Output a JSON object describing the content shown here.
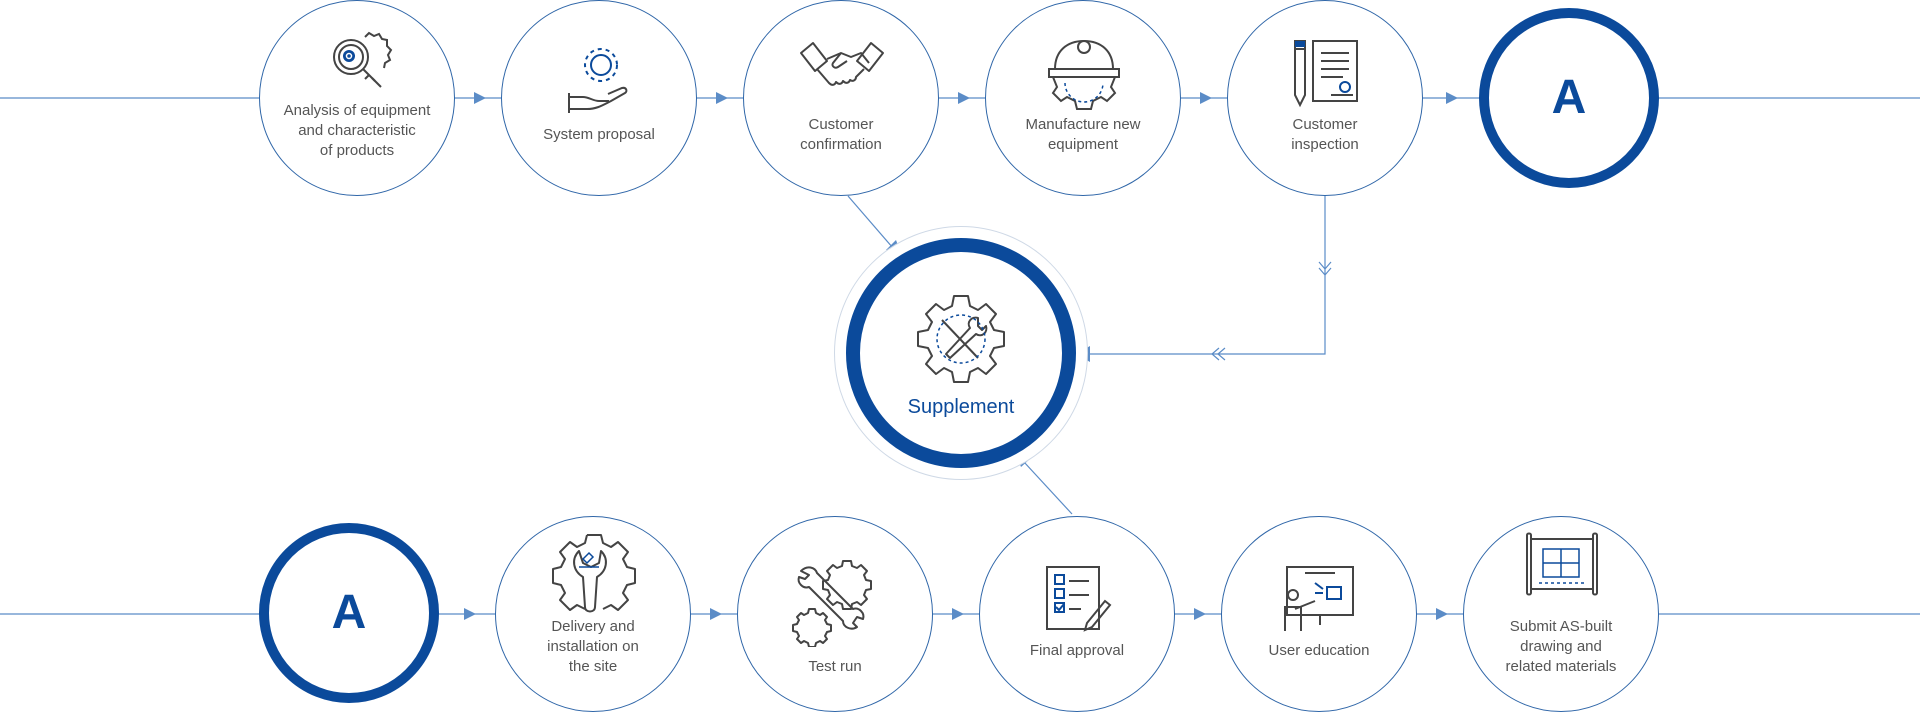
{
  "steps_top": [
    {
      "id": "analysis",
      "label": "Analysis of equipment\nand characteristic\nof products",
      "icon": "gear-magnifier-icon"
    },
    {
      "id": "proposal",
      "label": "System proposal",
      "icon": "hand-gear-icon"
    },
    {
      "id": "confirmation",
      "label": "Customer\nconfirmation",
      "icon": "handshake-icon"
    },
    {
      "id": "manufacture",
      "label": "Manufacture new\nequipment",
      "icon": "hardhat-gear-icon"
    },
    {
      "id": "inspection",
      "label": "Customer\ninspection",
      "icon": "document-pencil-icon"
    }
  ],
  "steps_bottom": [
    {
      "id": "delivery",
      "label": "Delivery and\ninstallation on\nthe site",
      "icon": "wrench-gear-icon"
    },
    {
      "id": "testrun",
      "label": "Test run",
      "icon": "wrench-gears-icon"
    },
    {
      "id": "approval",
      "label": "Final approval",
      "icon": "checklist-icon"
    },
    {
      "id": "education",
      "label": "User education",
      "icon": "presentation-icon"
    },
    {
      "id": "asbuilt",
      "label": "Submit AS-built\ndrawing and\nrelated materials",
      "icon": "blueprint-icon"
    }
  ],
  "marker_label": "A",
  "center": {
    "label": "Supplement",
    "icon": "gear-tools-icon"
  },
  "colors": {
    "primary": "#0b4a9b",
    "line": "#2f66a8",
    "arrow": "#5b8cc7",
    "text": "#555555",
    "icon": "#444444",
    "icon_accent": "#0b4a9b"
  }
}
